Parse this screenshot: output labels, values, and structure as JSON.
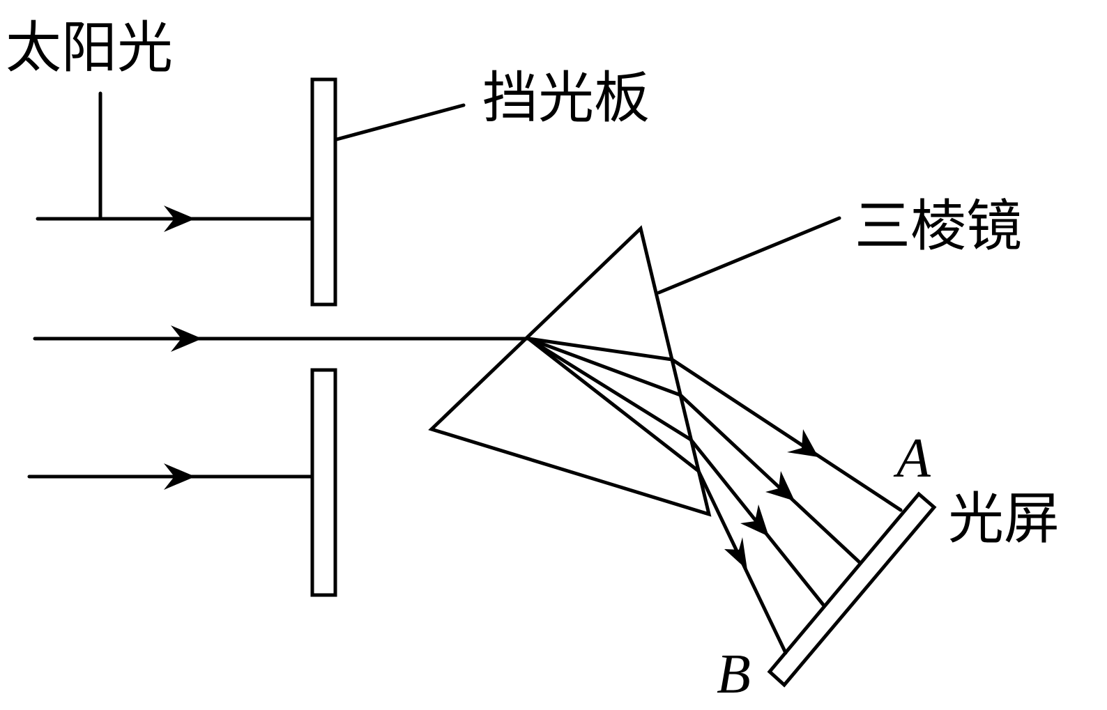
{
  "labels": {
    "sunlight": "太阳光",
    "shield": "挡光板",
    "prism": "三棱镜",
    "screen": "光屏",
    "point_a": "A",
    "point_b": "B"
  },
  "colors": {
    "ink": "#000000",
    "background": "#ffffff"
  }
}
